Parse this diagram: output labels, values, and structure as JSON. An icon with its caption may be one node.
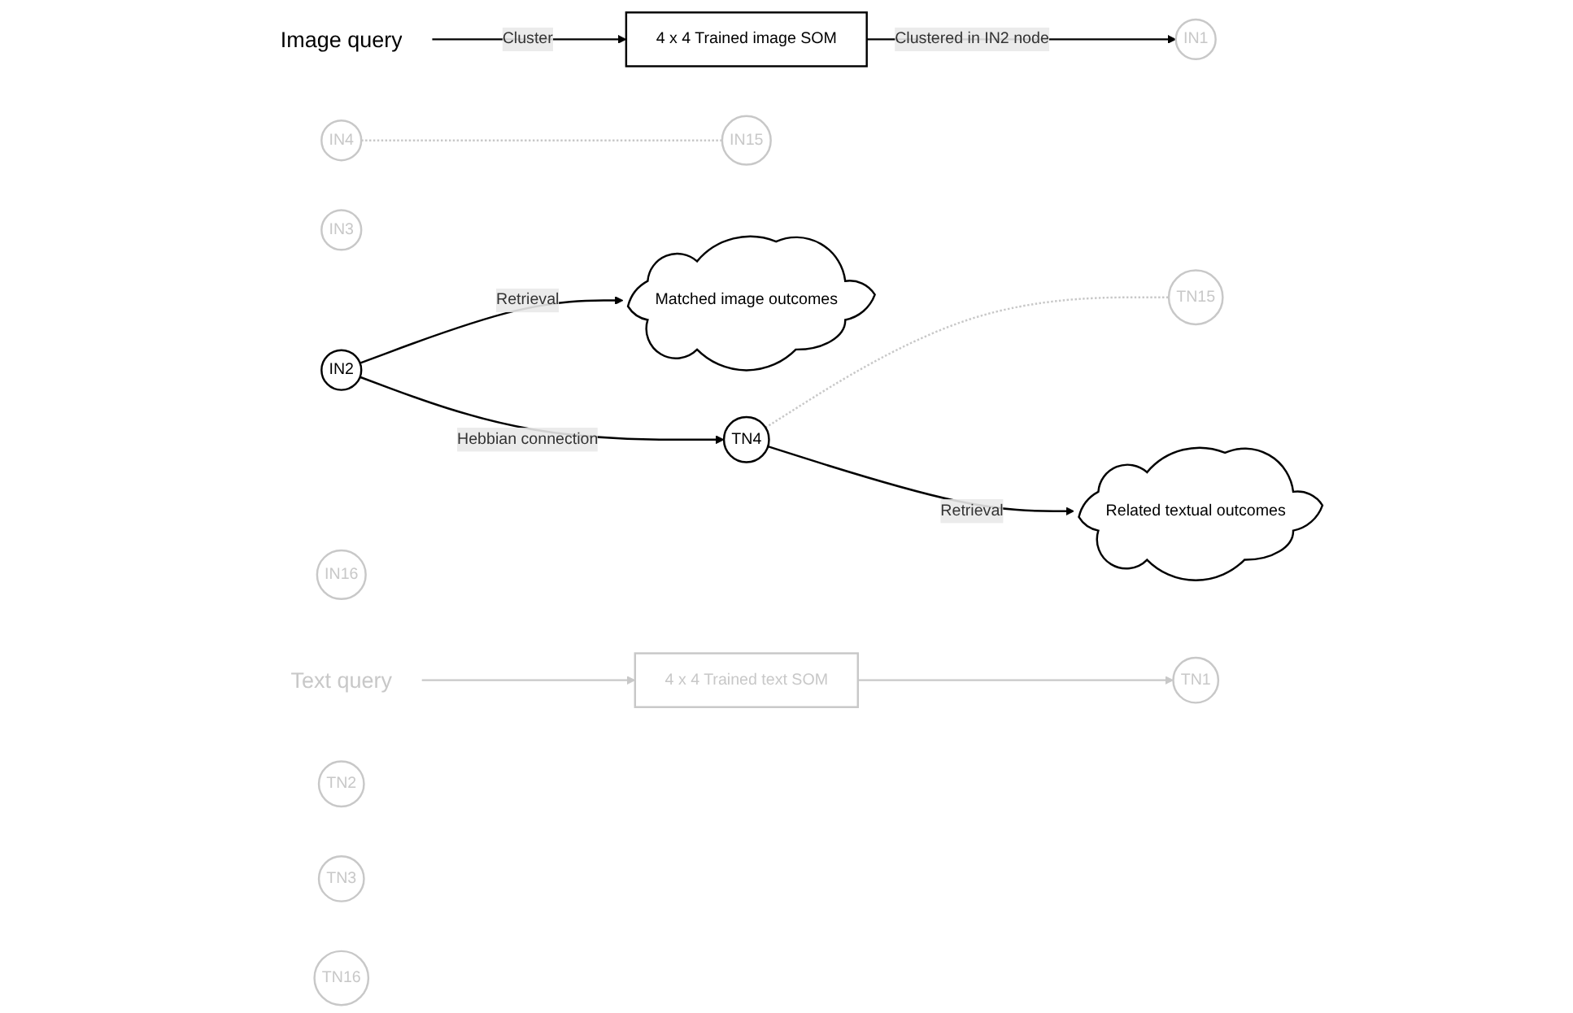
{
  "diagram": {
    "nodes": [
      {
        "text": [
          "Image query"
        ]
      },
      {
        "text": [
          "4 x 4 Trained image SOM"
        ]
      },
      {
        "text": [
          "IN1"
        ]
      },
      {
        "text": [
          "IN2"
        ]
      },
      {
        "text": [
          "IN3"
        ]
      },
      {
        "text": [
          "IN4"
        ]
      },
      {
        "text": [
          "IN15"
        ]
      },
      {
        "text": [
          "IN16"
        ]
      },
      {
        "text": [
          "Matched image outcomes"
        ]
      },
      {
        "text": [
          "Text query"
        ]
      },
      {
        "text": [
          "4 x 4 Trained text SOM"
        ]
      },
      {
        "text": [
          "TN1"
        ]
      },
      {
        "text": [
          "TN2"
        ]
      },
      {
        "text": [
          "TN3"
        ]
      },
      {
        "text": [
          "TN4"
        ]
      },
      {
        "text": [
          "TN15"
        ]
      },
      {
        "text": [
          "TN16"
        ]
      },
      {
        "text": [
          "Related textual outcomes"
        ]
      }
    ],
    "edges": [
      {
        "from": 0,
        "to": 1,
        "arrow": "to",
        "label": "Cluster"
      },
      {
        "from": 1,
        "to": 2,
        "arrow": "to",
        "label": "Clustered in IN2 node"
      },
      {
        "from": 3,
        "to": 8,
        "arrow": "to",
        "label": "Retrieval"
      },
      {
        "from": 5,
        "to": 6,
        "arrow": "none",
        "style": "dashed",
        "color": "#c8c8c8"
      },
      {
        "from": 3,
        "to": 14,
        "arrow": "to",
        "label": "Hebbian connection"
      },
      {
        "from": 9,
        "to": 10,
        "arrow": "to",
        "color": "#c8c8c8"
      },
      {
        "from": 10,
        "to": 11,
        "arrow": "to",
        "color": "#c8c8c8"
      },
      {
        "from": 14,
        "to": 15,
        "arrow": "none",
        "style": "dashed",
        "color": "#c8c8c8"
      },
      {
        "from": 14,
        "to": 17,
        "arrow": "to",
        "label": "Retrieval"
      }
    ]
  }
}
